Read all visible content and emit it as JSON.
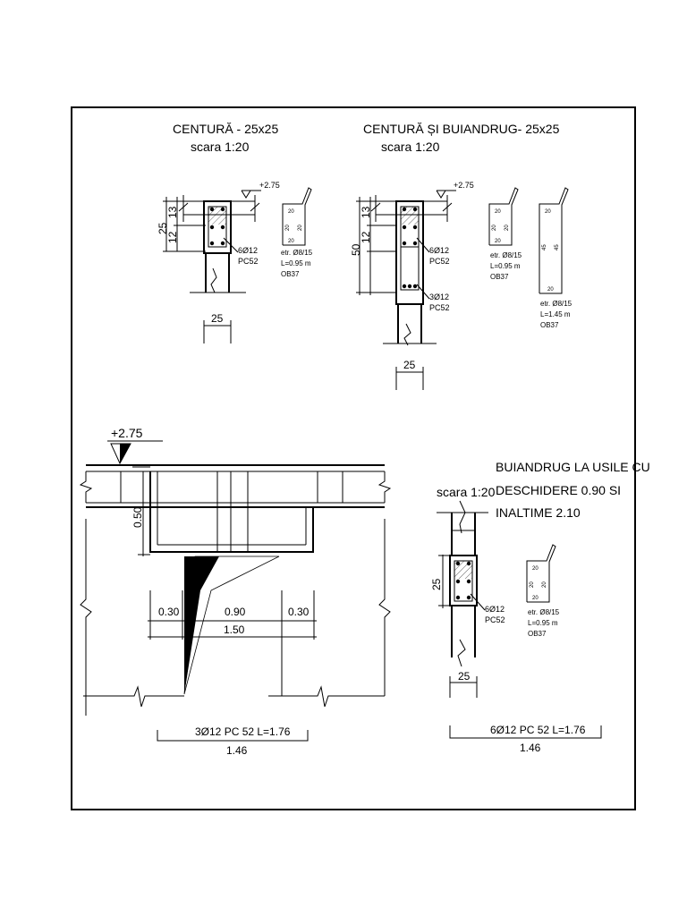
{
  "titles": {
    "centura": "CENTURĂ - 25x25",
    "centura_scale": "scara 1:20",
    "centura_buiandrug": "CENTURĂ ȘI BUIANDRUG- 25x25",
    "centura_buiandrug_scale": "scara 1:20",
    "usile_l1": "BUIANDRUG LA USILE CU",
    "usile_l2": "DESCHIDERE 0.90 SI",
    "usile_l3": "INALTIME 2.10",
    "usile_scale": "scara 1:20"
  },
  "levels": {
    "a": "+2.75",
    "b": "+2.75",
    "elev": "+2.75"
  },
  "section1": {
    "dim_total": "25",
    "dim_top": "13",
    "dim_bottom": "12",
    "width": "25",
    "bars": "6Ø12",
    "bars_grade": "PC52",
    "stirrup_spec": "etr. Ø8/15",
    "stirrup_length": "L=0.95 m",
    "stirrup_grade": "OB37",
    "sk_top": "20",
    "sk_side_left": "20",
    "sk_side_right": "20",
    "sk_bottom": "20"
  },
  "section2": {
    "dim_total": "50",
    "dim_top": "13",
    "dim_bottom": "12",
    "width": "25",
    "bars_top": "6Ø12",
    "bars_top_grade": "PC52",
    "bars_bottom": "3Ø12",
    "bars_bottom_grade": "PC52",
    "stirrup1_spec": "etr. Ø8/15",
    "stirrup1_length": "L=0.95 m",
    "stirrup1_grade": "OB37",
    "sk1_top": "20",
    "sk1_side_left": "20",
    "sk1_side_right": "20",
    "sk1_bottom": "20",
    "stirrup2_spec": "etr. Ø8/15",
    "stirrup2_length": "L=1.45 m",
    "stirrup2_grade": "OB37",
    "sk2_top": "20",
    "sk2_side_left": "45",
    "sk2_side_right": "45",
    "sk2_bottom": "20"
  },
  "elevation": {
    "height": "0.50",
    "support_left": "0.30",
    "opening": "0.90",
    "support_right": "0.30",
    "total": "1.50",
    "bar_spec": "3Ø12  PC 52  L=1.76",
    "bar_length": "1.46"
  },
  "section3": {
    "dim": "25",
    "width": "25",
    "bars": "6Ø12",
    "bars_grade": "PC52",
    "stirrup_spec": "etr. Ø8/15",
    "stirrup_length": "L=0.95 m",
    "stirrup_grade": "OB37",
    "sk_top": "20",
    "sk_side_left": "20",
    "sk_side_right": "20",
    "sk_bottom": "20",
    "bar_spec": "6Ø12  PC 52  L=1.76",
    "bar_length": "1.46"
  }
}
